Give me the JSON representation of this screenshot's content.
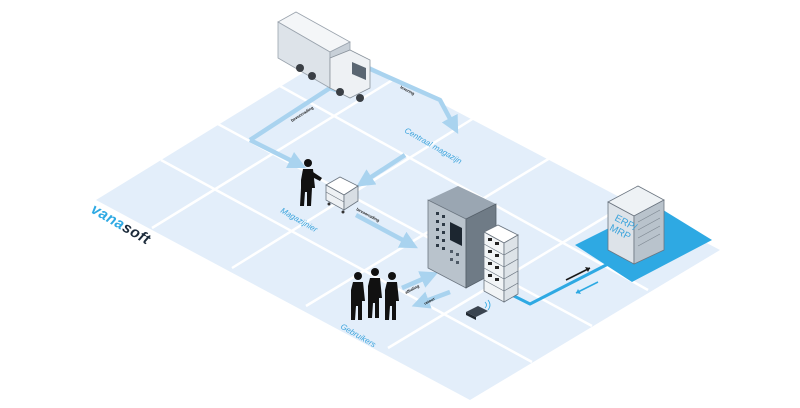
{
  "brand": {
    "part1": "vana",
    "part2": "soft"
  },
  "labels": {
    "central_warehouse": "Centraal magazijn",
    "warehouse_staff": "Magazijnier",
    "users": "Gebruikers",
    "erp": "ERP/\nMRP"
  },
  "flow_labels": {
    "delivery": "levering",
    "supply_1": "bevoorrading",
    "supply_2": "bevoorrading",
    "pickup": "afhaling",
    "return": "retour"
  },
  "colors": {
    "grid_fill": "#e3eefa",
    "grid_line": "#ffffff",
    "flow": "#a9d3ef",
    "accent": "#2ea9e3",
    "label": "#3aa3dc",
    "logo_dark": "#1b2a3a"
  },
  "icons": [
    "truck-icon",
    "person-icon",
    "pallet-cart-icon",
    "vending-machine-icon",
    "storage-rack-icon",
    "server-icon",
    "scanner-icon"
  ]
}
